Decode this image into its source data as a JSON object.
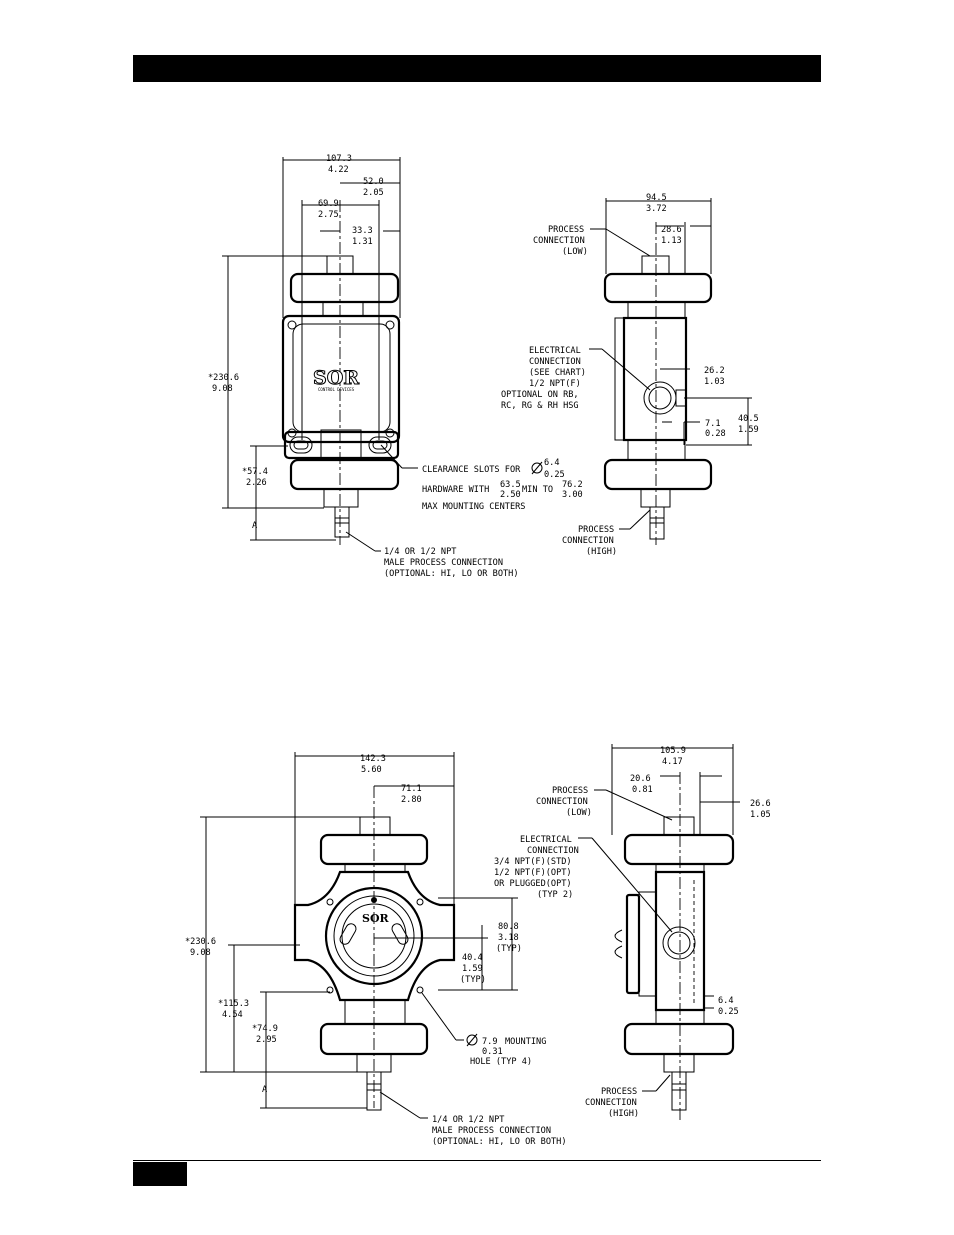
{
  "page": {
    "header_fill": "#000000"
  },
  "top_front": {
    "dim_overall_width": "107.3",
    "dim_overall_width_in": "4.22",
    "dim_right_offset": "52.0",
    "dim_right_offset_in": "2.05",
    "dim_slot_span": "69.9",
    "dim_slot_span_in": "2.75",
    "dim_port_offset": "33.3",
    "dim_port_offset_in": "1.31",
    "dim_height": "*230.6",
    "dim_height_in": "9.08",
    "dim_lower": "*57.4",
    "dim_lower_in": "2.26",
    "dim_a": "A",
    "logo_text": "SOR",
    "logo_sub": "CONTROL DEVICES",
    "clearance_line1": "CLEARANCE SLOTS FOR",
    "clearance_dia": "6.4",
    "clearance_dia_in": "0.25",
    "hardware_text": "HARDWARE WITH",
    "min_mm": "63.5",
    "min_in": "2.50",
    "min_to": "MIN TO",
    "max_mm": "76.2",
    "max_in": "3.00",
    "max_text": "MAX MOUNTING CENTERS",
    "process_note": [
      "1/4 OR 1/2 NPT",
      "MALE PROCESS CONNECTION",
      "(OPTIONAL: HI, LO OR BOTH)"
    ]
  },
  "top_side": {
    "dim_width": "94.5",
    "dim_width_in": "3.72",
    "dim_port": "28.6",
    "dim_port_in": "1.13",
    "dim_elec": "26.2",
    "dim_elec_in": "1.03",
    "dim_elec_h": "7.1",
    "dim_elec_h_in": "0.28",
    "dim_elec_v": "40.5",
    "dim_elec_v_in": "1.59",
    "process_low": [
      "PROCESS",
      "CONNECTION",
      "(LOW)"
    ],
    "electrical": [
      "ELECTRICAL",
      "CONNECTION",
      "(SEE CHART)",
      "1/2 NPT(F)",
      "OPTIONAL ON RB,",
      "RC, RG & RH HSG"
    ],
    "process_high": [
      "PROCESS",
      "CONNECTION",
      "(HIGH)"
    ]
  },
  "bottom_front": {
    "dim_width": "142.3",
    "dim_width_in": "5.60",
    "dim_offset": "71.1",
    "dim_offset_in": "2.80",
    "dim_height": "*230.6",
    "dim_height_in": "9.08",
    "dim_mid": "*115.3",
    "dim_mid_in": "4.54",
    "dim_low": "*74.9",
    "dim_low_in": "2.95",
    "dim_a": "A",
    "dim_typ1": "80.8",
    "dim_typ1_in": "3.18",
    "typ": "(TYP)",
    "dim_typ2": "40.4",
    "dim_typ2_in": "1.59",
    "logo_text": "SOR",
    "mounting_dia": "7.9",
    "mounting_dia_in": "0.31",
    "mounting_text": "MOUNTING",
    "hole_text": "HOLE (TYP 4)",
    "process_note": [
      "1/4 OR 1/2 NPT",
      "MALE PROCESS CONNECTION",
      "(OPTIONAL: HI, LO OR BOTH)"
    ]
  },
  "bottom_side": {
    "dim_width": "105.9",
    "dim_width_in": "4.17",
    "dim_port": "20.6",
    "dim_port_in": "0.81",
    "dim_right": "26.6",
    "dim_right_in": "1.05",
    "dim_small": "6.4",
    "dim_small_in": "0.25",
    "process_low": [
      "PROCESS",
      "CONNECTION",
      "(LOW)"
    ],
    "electrical": [
      "ELECTRICAL",
      "CONNECTION",
      "3/4 NPT(F)(STD)",
      "1/2 NPT(F)(OPT)",
      "OR PLUGGED(OPT)",
      "(TYP 2)"
    ],
    "process_high": [
      "PROCESS",
      "CONNECTION",
      "(HIGH)"
    ]
  }
}
